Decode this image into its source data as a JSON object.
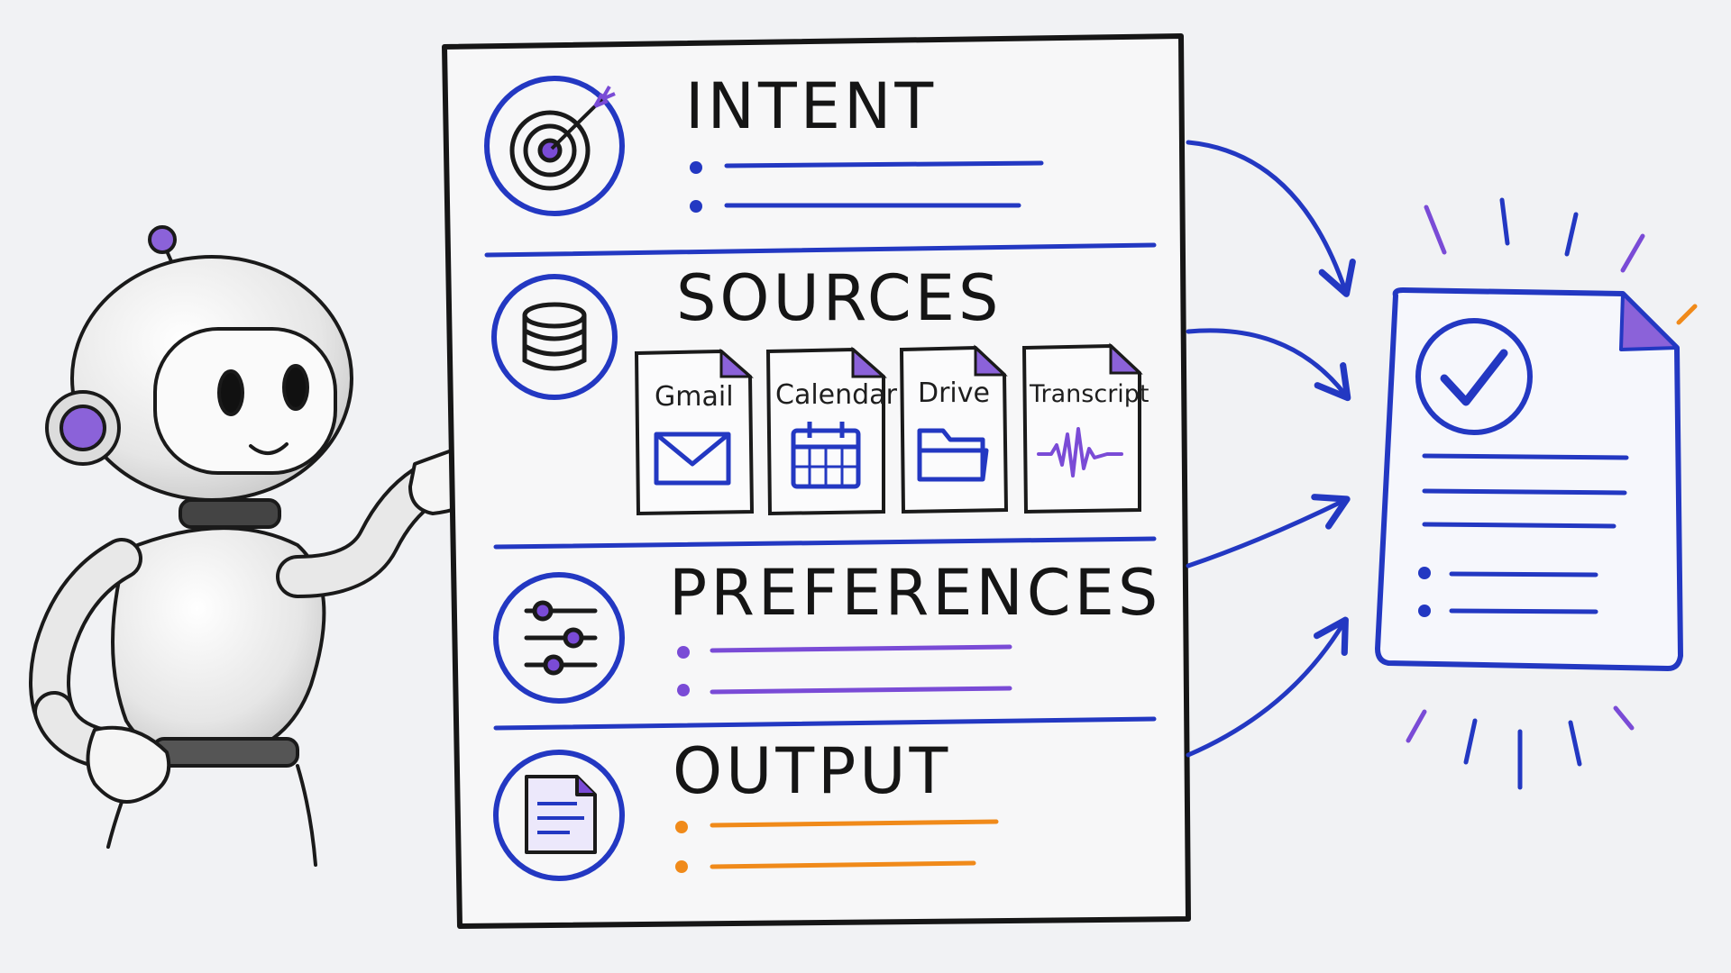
{
  "card": {
    "sections": [
      {
        "title": "INTENT",
        "icon": "target-icon"
      },
      {
        "title": "SOURCES",
        "icon": "database-icon"
      },
      {
        "title": "PREFERENCES",
        "icon": "sliders-icon"
      },
      {
        "title": "OUTPUT",
        "icon": "document-icon"
      }
    ],
    "sources": [
      {
        "label": "Gmail",
        "icon": "envelope-icon"
      },
      {
        "label": "Calendar",
        "icon": "calendar-icon"
      },
      {
        "label": "Drive",
        "icon": "folder-icon"
      },
      {
        "label": "Transcript",
        "icon": "waveform-icon"
      }
    ]
  },
  "colors": {
    "blue": "#2338c2",
    "purple": "#7a4bd6",
    "orange": "#f08a1a",
    "ink": "#1a1a1a"
  },
  "result": {
    "icon": "checkmark-icon"
  },
  "character": {
    "icon": "robot-icon"
  }
}
